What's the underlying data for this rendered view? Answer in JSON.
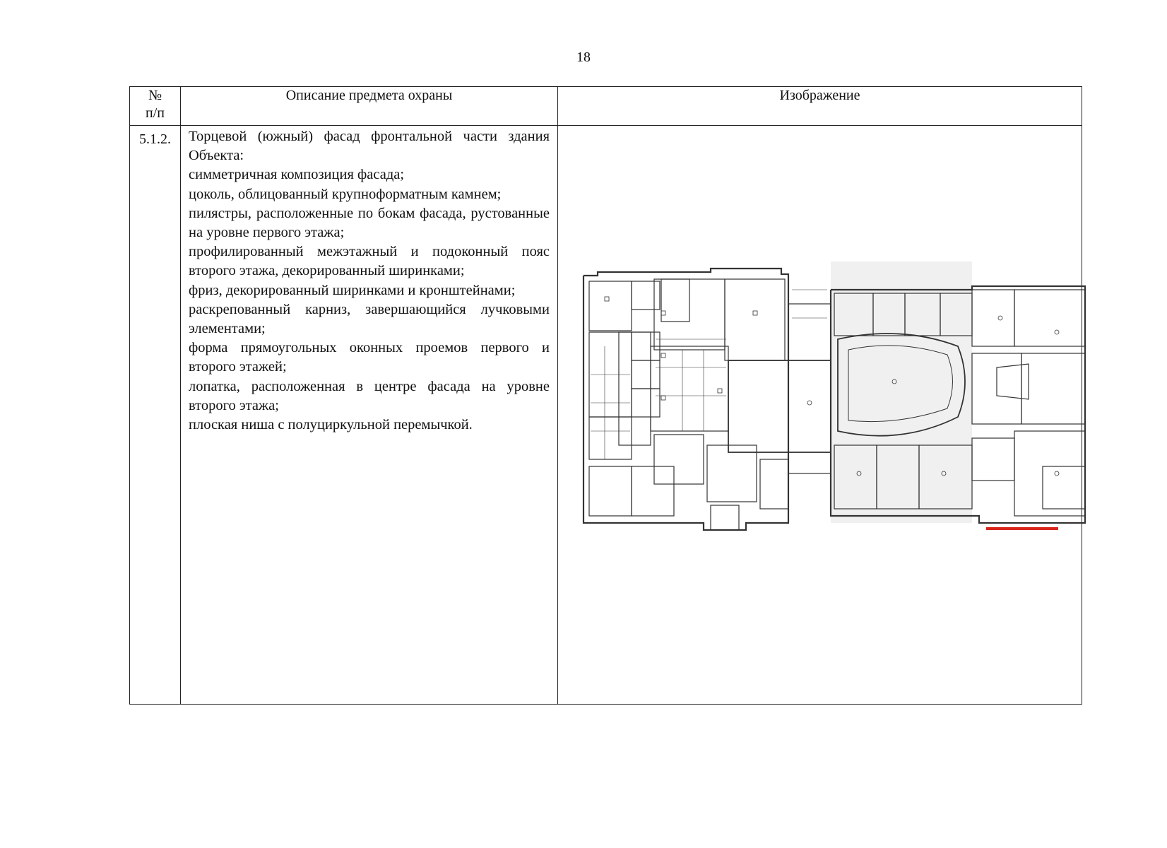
{
  "page": {
    "number": "18"
  },
  "table": {
    "headers": {
      "number": "№\nп/п",
      "number_line1": "№",
      "number_line2": "п/п",
      "description": "Описание предмета охраны",
      "image": "Изображение"
    },
    "row": {
      "number": "5.1.2.",
      "description_lines": [
        "Торцевой (южный) фасад фронтальной части здания Объекта:",
        "симметричная композиция фасада;",
        "цоколь, облицованный крупноформатным камнем;",
        "пилястры, расположенные по бокам фасада, рустованные на уровне первого этажа;",
        "профилированный межэтажный и подоконный пояс второго этажа, декорированный ширинками;",
        "фриз, декорированный ширинками и кронштейнами;",
        "раскрепованный карниз, завершающийся лучковыми элементами;",
        "форма прямоугольных оконных проемов первого и второго этажей;",
        "лопатка, расположенная в центре фасада на уровне второго этажа;",
        "плоская ниша с полуциркульной перемычкой."
      ],
      "image": {
        "icon": "floor-plan-drawing",
        "highlight_color": "#d9261c"
      }
    }
  }
}
